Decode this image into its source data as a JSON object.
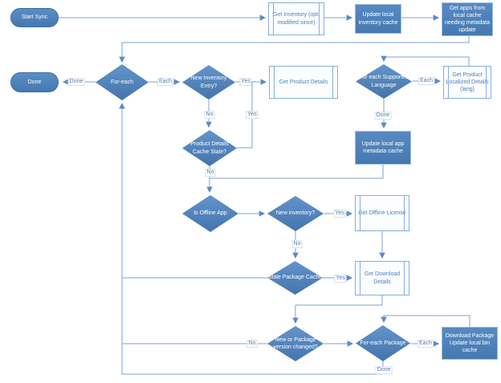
{
  "diagram": {
    "kind": "flowchart",
    "colors": {
      "shape_blue": "#4f81bd",
      "shape_border": "#3c6da5",
      "process_border": "#9dbde0",
      "subprocess_fill": "#fbfdff",
      "subprocess_border": "#87aedd",
      "subprocess_text": "#4f81bd",
      "connector": "#7ba3d0",
      "edge_label_text": "#567ba8"
    }
  },
  "nodes": {
    "start_sync": {
      "label": "Start Sync",
      "type": "terminator"
    },
    "get_inventory": {
      "label": "Get Inventory (opt: modified since)",
      "type": "subprocess"
    },
    "update_local_inventory_cache": {
      "label": "Update local inventory cache",
      "type": "process"
    },
    "get_apps_needing_update": {
      "label": "Get apps from local cache needing metadata update",
      "type": "process"
    },
    "done": {
      "label": "Done",
      "type": "terminator"
    },
    "for_each": {
      "label": "For-each",
      "type": "decision"
    },
    "new_inventory_entry": {
      "label": "New Inventory Entry?",
      "type": "decision"
    },
    "get_product_details": {
      "label": "Get Product Details",
      "type": "subprocess"
    },
    "for_each_supported_language": {
      "label": "For each Supported Language",
      "type": "decision"
    },
    "get_product_localized_details": {
      "label": "Get Product Localized Details (lang)",
      "type": "subprocess"
    },
    "product_details_cache_stale": {
      "label": "Product Details Cache Stale?",
      "type": "decision"
    },
    "update_local_app_metadata_cache": {
      "label": "Update local app metadata cache",
      "type": "process"
    },
    "is_offline_app": {
      "label": "Is Offline App",
      "type": "decision"
    },
    "new_inventory": {
      "label": "New inventory?",
      "type": "decision"
    },
    "get_offline_license": {
      "label": "Get Offline License",
      "type": "subprocess"
    },
    "stale_package_cache": {
      "label": "Stale Package Cache",
      "type": "decision"
    },
    "get_download_details": {
      "label": "Get Download Details",
      "type": "subprocess"
    },
    "new_or_package_version_changed": {
      "label": "New or Package version changed?",
      "type": "decision"
    },
    "for_each_package": {
      "label": "For-each Package",
      "type": "decision"
    },
    "download_package_update_bin_cache": {
      "label": "Download Package Update local bin cache",
      "type": "process"
    }
  },
  "edge_labels": {
    "for_each_done": "Done",
    "for_each_each": "Each",
    "new_inventory_entry_yes": "Yes",
    "new_inventory_entry_no": "No",
    "product_details_cache_stale_yes": "Yes",
    "product_details_cache_stale_no": "No",
    "supported_language_each": "Each",
    "supported_language_done": "Done",
    "new_inventory_yes": "Yes",
    "new_inventory_no": "No",
    "stale_package_cache_yes": "Yes",
    "package_version_changed_no": "No",
    "for_each_package_each": "Each",
    "for_each_package_done": "Done"
  }
}
